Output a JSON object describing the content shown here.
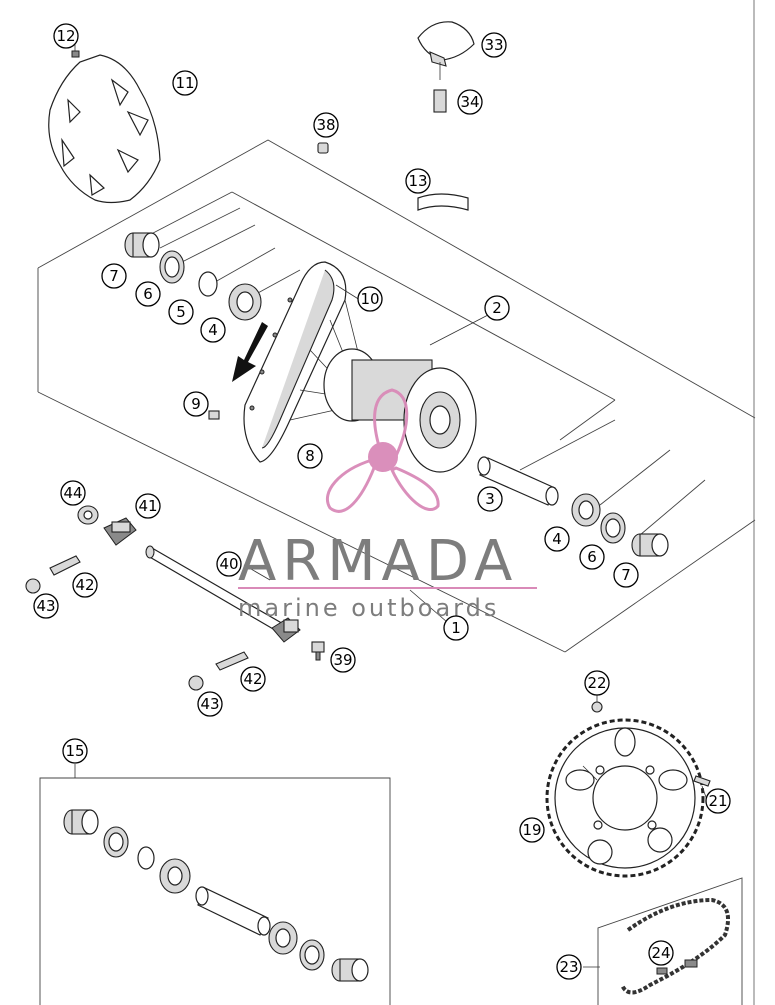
{
  "diagram": {
    "callouts": [
      {
        "id": "c12",
        "label": "12"
      },
      {
        "id": "c11",
        "label": "11"
      },
      {
        "id": "c33",
        "label": "33"
      },
      {
        "id": "c34",
        "label": "34"
      },
      {
        "id": "c38",
        "label": "38"
      },
      {
        "id": "c13",
        "label": "13"
      },
      {
        "id": "c7a",
        "label": "7"
      },
      {
        "id": "c6a",
        "label": "6"
      },
      {
        "id": "c5",
        "label": "5"
      },
      {
        "id": "c4a",
        "label": "4"
      },
      {
        "id": "c10",
        "label": "10"
      },
      {
        "id": "c2",
        "label": "2"
      },
      {
        "id": "c9",
        "label": "9"
      },
      {
        "id": "c8",
        "label": "8"
      },
      {
        "id": "c3",
        "label": "3"
      },
      {
        "id": "c44",
        "label": "44"
      },
      {
        "id": "c41",
        "label": "41"
      },
      {
        "id": "c4b",
        "label": "4"
      },
      {
        "id": "c6b",
        "label": "6"
      },
      {
        "id": "c7b",
        "label": "7"
      },
      {
        "id": "c40",
        "label": "40"
      },
      {
        "id": "c42a",
        "label": "42"
      },
      {
        "id": "c43a",
        "label": "43"
      },
      {
        "id": "c1",
        "label": "1"
      },
      {
        "id": "c39",
        "label": "39"
      },
      {
        "id": "c22",
        "label": "22"
      },
      {
        "id": "c42b",
        "label": "42"
      },
      {
        "id": "c43b",
        "label": "43"
      },
      {
        "id": "c15",
        "label": "15"
      },
      {
        "id": "c21",
        "label": "21"
      },
      {
        "id": "c19",
        "label": "19"
      },
      {
        "id": "c24",
        "label": "24"
      },
      {
        "id": "c23",
        "label": "23"
      }
    ]
  },
  "watermark": {
    "title": "ARMADA",
    "subtitle": "marine outboards",
    "logo_color": "#d98ab8",
    "text_color": "#7d7d7d"
  }
}
